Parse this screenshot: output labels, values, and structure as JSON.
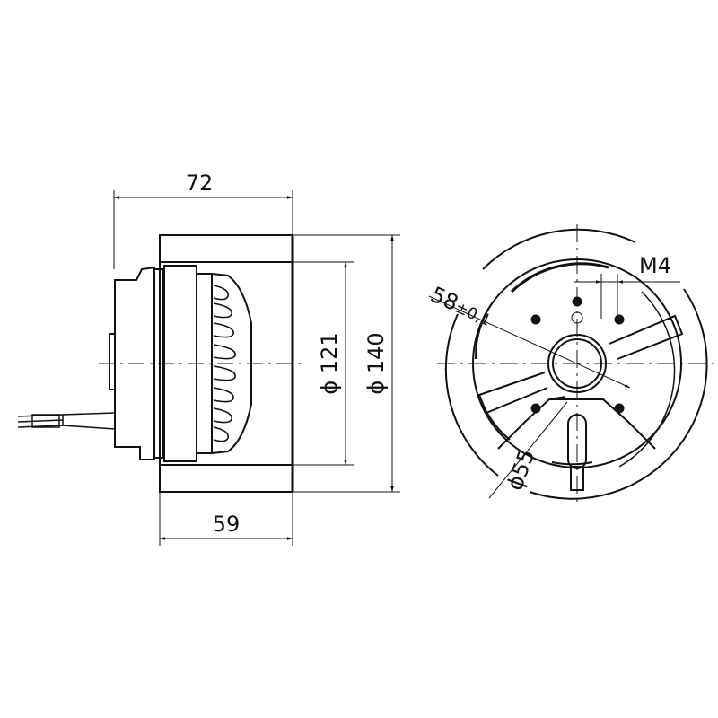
{
  "title": "Motor dimension drawing",
  "dimensions": {
    "overall_length": "72",
    "housing_length": "59",
    "inner_diameter": "ϕ 121",
    "outer_diameter": "ϕ 140",
    "bolt_circle_main": "58",
    "bolt_circle_tol": "±0,1",
    "thread": "M4",
    "hub_diameter": "ϕ55"
  },
  "colors": {
    "line": "#111111",
    "background": "#ffffff"
  }
}
